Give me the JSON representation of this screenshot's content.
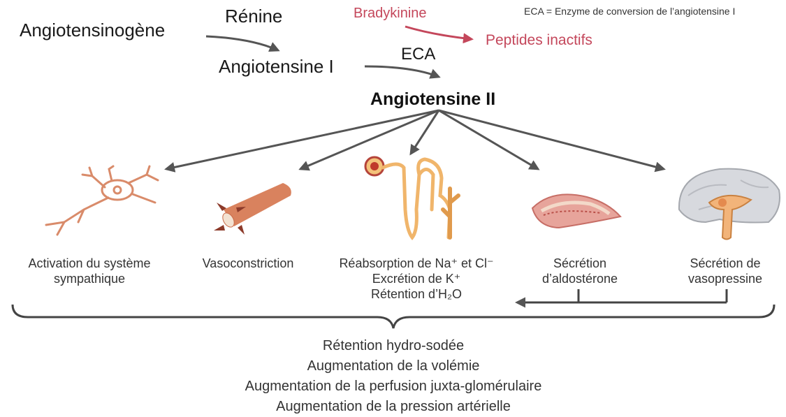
{
  "legend_note": "ECA = Enzyme de conversion de l’angiotensine  I",
  "cascade": {
    "substrate": "Angiotensinogène",
    "enzyme_1": "Rénine",
    "product_1": "Angiotensine I",
    "enzyme_2": "ECA",
    "product_2": "Angiotensine II"
  },
  "side_pathway": {
    "substrate": "Bradykinine",
    "product": "Peptides inactifs",
    "color": "#c4475b"
  },
  "effects": [
    {
      "icon": "neuron-icon",
      "lines": [
        "Activation du système",
        "sympathique"
      ]
    },
    {
      "icon": "vessel-icon",
      "lines": [
        "Vasoconstriction"
      ]
    },
    {
      "icon": "nephron-icon",
      "lines": [
        "Réabsorption de Na⁺ et Cl⁻",
        "Excrétion de K⁺",
        "Rétention d’H₂O"
      ]
    },
    {
      "icon": "adrenal-gland-icon",
      "lines": [
        "Sécrétion",
        "d’aldostérone"
      ]
    },
    {
      "icon": "brain-icon",
      "lines": [
        "Sécrétion de",
        "vasopressine"
      ]
    }
  ],
  "outcomes": [
    "Rétention hydro-sodée",
    "Augmentation de la volémie",
    "Augmentation de la perfusion juxta-glomérulaire",
    "Augmentation de la pression artérielle"
  ],
  "colors": {
    "arrow": "#555555",
    "text": "#2b2b2b",
    "accent_red": "#c4475b"
  }
}
